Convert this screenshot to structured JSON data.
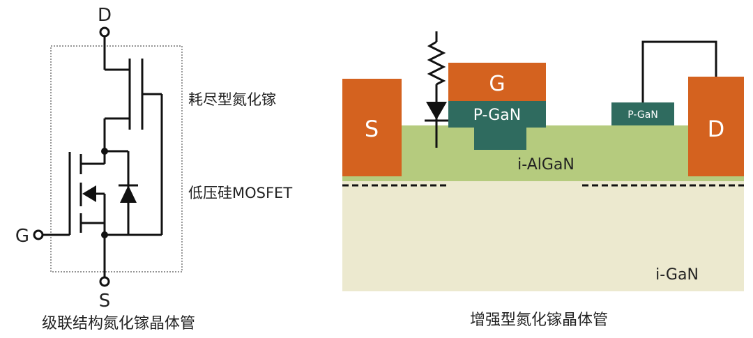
{
  "circuit": {
    "terminal_d": "D",
    "terminal_g": "G",
    "terminal_s": "S",
    "label_depletion": "耗尽型氮化镓",
    "label_mosfet": "低压硅MOSFET",
    "caption": "级联结构氮化镓晶体管"
  },
  "device": {
    "source_label": "S",
    "gate_label": "G",
    "drain_label": "D",
    "pgan_gate_label": "P-GaN",
    "pgan_drain_label": "P-GaN",
    "algan_label": "i-AlGaN",
    "gan_label": "i-GaN",
    "caption": "增强型氮化镓晶体管"
  },
  "colors": {
    "electrode": "#d4621f",
    "pgan": "#2f6b5f",
    "algan": "#b5cb7e",
    "gan": "#ece9cf",
    "wire": "#111111",
    "electrode_text": "#ffffff"
  }
}
